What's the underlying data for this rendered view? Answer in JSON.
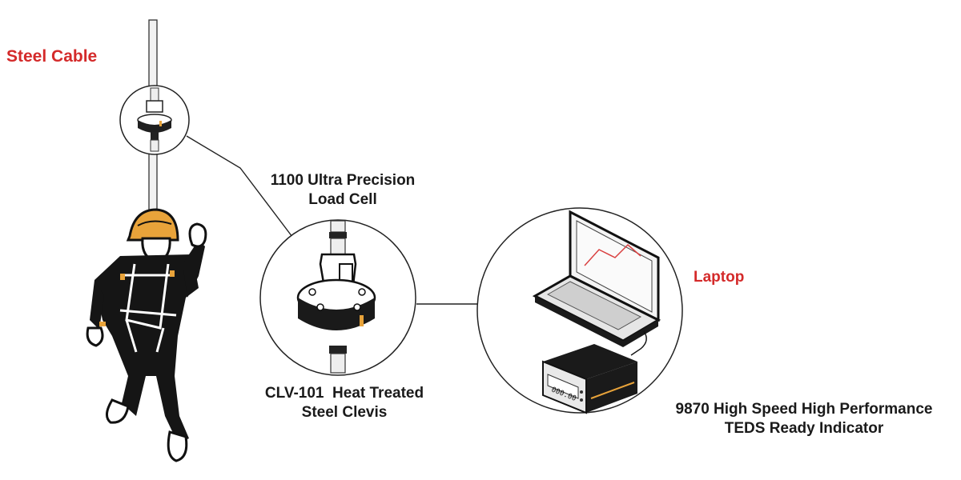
{
  "labels": {
    "steel_cable": "Steel Cable",
    "load_cell_line1": "1100 Ultra Precision",
    "load_cell_line2": "Load Cell",
    "clevis_line1": "CLV-101  Heat Treated",
    "clevis_line2": "Steel Clevis",
    "laptop": "Laptop",
    "indicator_line1": "9870 High Speed High Performance",
    "indicator_line2": "TEDS Ready Indicator",
    "display_readout": "000.00"
  },
  "colors": {
    "accent_red": "#d42a2a",
    "text_dark": "#1a1a1a",
    "helmet_orange": "#e8a33a",
    "screen_line": "#d94040"
  },
  "icons": [
    "worker-with-harness-icon",
    "load-cell-icon",
    "laptop-icon",
    "indicator-icon"
  ]
}
